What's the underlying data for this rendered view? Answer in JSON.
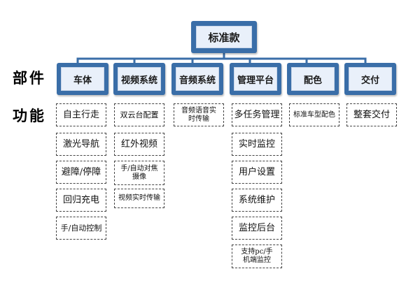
{
  "side_labels": {
    "components": "部件",
    "functions": "功能"
  },
  "root": {
    "label": "标准款"
  },
  "categories": [
    {
      "label": "车体",
      "functions": [
        "自主行走",
        "激光导航",
        "避障/停障",
        "回归充电",
        "手/自动控制"
      ]
    },
    {
      "label": "视频系统",
      "functions": [
        "双云台配置",
        "红外视频",
        "手/自动对焦摄像",
        "视频实时传输"
      ]
    },
    {
      "label": "音频系统",
      "functions": [
        "音频语音实时传输"
      ]
    },
    {
      "label": "管理平台",
      "functions": [
        "多任务管理",
        "实时监控",
        "用户设置",
        "系统维护",
        "监控后台",
        "支持pc/手机端监控"
      ]
    },
    {
      "label": "配色",
      "functions": [
        "标准车型配色"
      ]
    },
    {
      "label": "交付",
      "functions": [
        "整套交付"
      ]
    }
  ],
  "colors": {
    "box_border": "#3a6ea8",
    "box_fill": "#e9f0fa",
    "connector": "#3a6ea8"
  }
}
